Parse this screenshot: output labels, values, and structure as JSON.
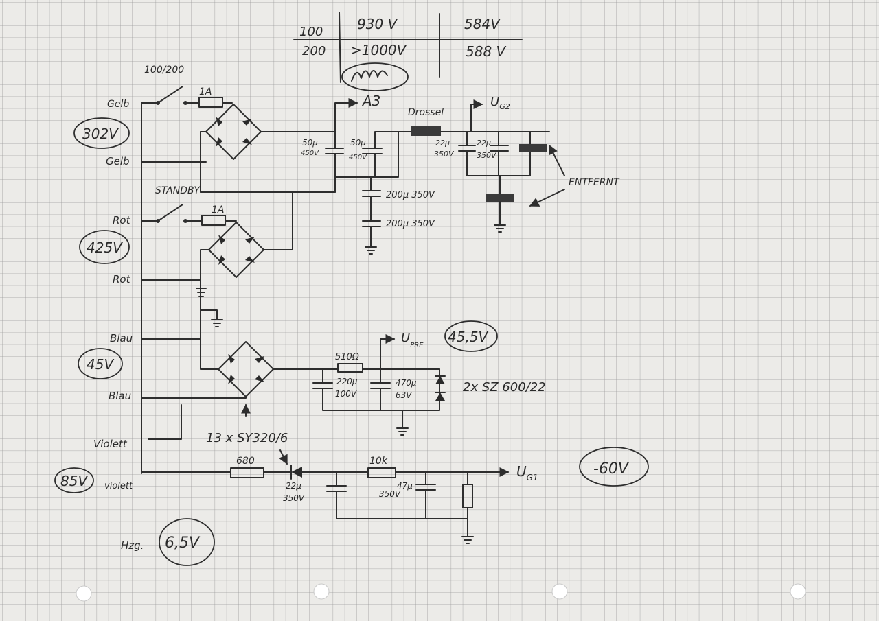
{
  "table": {
    "row1": [
      "100",
      "930 V",
      "584V"
    ],
    "row2": [
      "200",
      ">1000V",
      "588 V"
    ],
    "marker": "A3"
  },
  "switch_label_top": "100/200",
  "switch_label_standby": "STANDBY",
  "wire_labels": {
    "gelb1": "Gelb",
    "gelb2": "Gelb",
    "rot1": "Rot",
    "rot2": "Rot",
    "blau1": "Blau",
    "blau2": "Blau",
    "violett": "Violett",
    "violett2": "violett"
  },
  "voltages": {
    "gelb": "302V",
    "rot": "425V",
    "blau": "45V",
    "violett": "85V",
    "heater": "6,5V",
    "upre": "45,5V",
    "ug1": "-60V"
  },
  "heater_prefix": "Hzg.",
  "fuses": [
    "1A",
    "1A"
  ],
  "caps": {
    "c1": "50μ",
    "c1v": "450V",
    "c2": "50μ",
    "c2v": "450V",
    "c3": "200μ 350V",
    "c4": "200μ 350V",
    "c5": "22μ",
    "c5v": "350V",
    "c6": "22μ",
    "c6v": "350V",
    "c7": "220μ",
    "c7v": "100V",
    "c8": "470μ",
    "c8v": "63V",
    "c9": "22μ",
    "c9v": "350V",
    "c10": "47μ",
    "c10v": "350V"
  },
  "choke": "Drossel",
  "ug2": "U",
  "ug2_sub": "G2",
  "entfernt": "ENTFERNT",
  "resistors": {
    "r1": "510Ω",
    "r2": "680",
    "r3": "10k"
  },
  "upre": "U",
  "upre_sub": "PRE",
  "zener": "2x SZ 600/22",
  "diodes_note": "13 x SY320/6",
  "ug1": "U",
  "ug1_sub": "G1"
}
